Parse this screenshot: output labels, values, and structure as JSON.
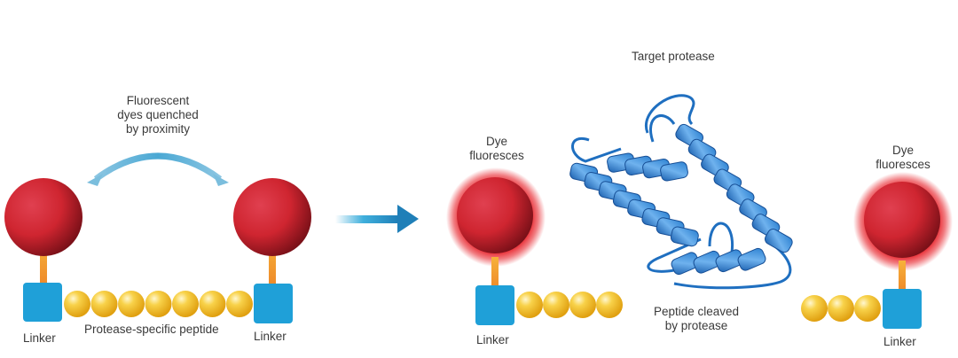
{
  "left_panel": {
    "quench_label_line1": "Fluorescent",
    "quench_label_line2": "dyes quenched",
    "quench_label_line3": "by proximity",
    "linker_left": "Linker",
    "linker_right": "Linker",
    "peptide_label": "Protease-specific peptide",
    "peptide_bead_count": 7
  },
  "right_panel": {
    "protease_label": "Target protease",
    "dye_left_line1": "Dye",
    "dye_left_line2": "fluoresces",
    "dye_right_line1": "Dye",
    "dye_right_line2": "fluoresces",
    "cleaved_line1": "Peptide cleaved",
    "cleaved_line2": "by protease",
    "linker_left": "Linker",
    "linker_right": "Linker",
    "left_fragment_beads": 4,
    "right_fragment_beads": 3
  },
  "colors": {
    "dye_red": "#d42a36",
    "glow_red": "#e8252d",
    "linker_blue": "#1fa0d8",
    "stem_orange": "#f2a33a",
    "bead_yellow": "#f4c233",
    "protease_blue": "#1f6fc0",
    "arrow_blue": "#2a8fc4"
  }
}
